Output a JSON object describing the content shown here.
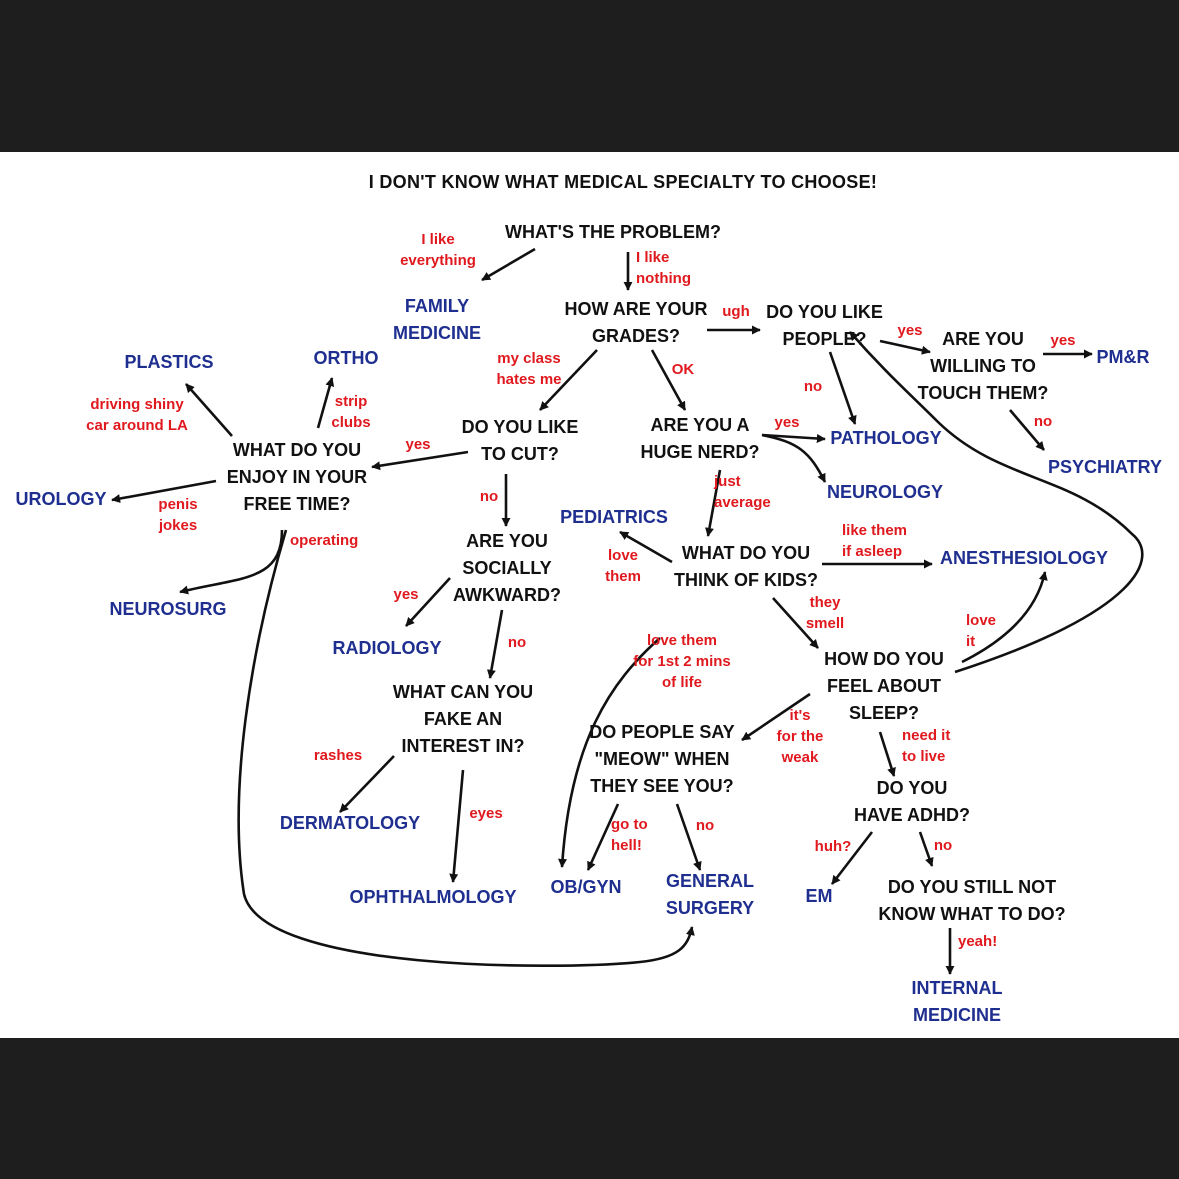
{
  "title": "I DON'T KNOW WHAT MEDICAL SPECIALTY TO CHOOSE!",
  "colors": {
    "question": "#111111",
    "specialty": "#1f2f8f",
    "answer": "#e0191e",
    "background": "#ffffff",
    "frame": "#1e1e1e"
  },
  "questions": {
    "problem": [
      "WHAT'S THE PROBLEM?"
    ],
    "grades": [
      "HOW ARE YOUR",
      "GRADES?"
    ],
    "people": [
      "DO YOU LIKE",
      "PEOPLE?"
    ],
    "touch": [
      "ARE YOU",
      "WILLING TO",
      "TOUCH THEM?"
    ],
    "cut": [
      "DO YOU LIKE",
      "TO CUT?"
    ],
    "nerd": [
      "ARE YOU A",
      "HUGE NERD?"
    ],
    "freetime": [
      "WHAT DO YOU",
      "ENJOY IN YOUR",
      "FREE TIME?"
    ],
    "awkward": [
      "ARE YOU",
      "SOCIALLY",
      "AWKWARD?"
    ],
    "kids": [
      "WHAT DO YOU",
      "THINK OF KIDS?"
    ],
    "sleep": [
      "HOW DO YOU",
      "FEEL ABOUT",
      "SLEEP?"
    ],
    "fake": [
      "WHAT CAN YOU",
      "FAKE AN",
      "INTEREST IN?"
    ],
    "meow": [
      "DO PEOPLE SAY",
      "\"MEOW\" WHEN",
      "THEY SEE YOU?"
    ],
    "adhd": [
      "DO YOU",
      "HAVE ADHD?"
    ],
    "still": [
      "DO YOU STILL NOT",
      "KNOW WHAT TO DO?"
    ]
  },
  "specialties": {
    "family": [
      "FAMILY",
      "MEDICINE"
    ],
    "pmr": [
      "PM&R"
    ],
    "plastics": [
      "PLASTICS"
    ],
    "ortho": [
      "ORTHO"
    ],
    "pathology": [
      "PATHOLOGY"
    ],
    "psychiatry": [
      "PSYCHIATRY"
    ],
    "neurology": [
      "NEUROLOGY"
    ],
    "urology": [
      "UROLOGY"
    ],
    "pediatrics": [
      "PEDIATRICS"
    ],
    "anesthesiology": [
      "ANESTHESIOLOGY"
    ],
    "neurosurg": [
      "NEUROSURG"
    ],
    "radiology": [
      "RADIOLOGY"
    ],
    "dermatology": [
      "DERMATOLOGY"
    ],
    "ophthalmology": [
      "OPHTHALMOLOGY"
    ],
    "obgyn": [
      "OB/GYN"
    ],
    "gensurg": [
      "GENERAL",
      "SURGERY"
    ],
    "em": [
      "EM"
    ],
    "im": [
      "INTERNAL",
      "MEDICINE"
    ]
  },
  "answers": {
    "like_everything": [
      "I like",
      "everything"
    ],
    "like_nothing": [
      "I like",
      "nothing"
    ],
    "ugh": [
      "ugh"
    ],
    "class_hates": [
      "my class",
      "hates me"
    ],
    "ok": [
      "OK"
    ],
    "yes_touch": [
      "yes"
    ],
    "yes_pmr": [
      "yes"
    ],
    "no_path": [
      "no"
    ],
    "no_psych": [
      "no"
    ],
    "yes_neuro": [
      "yes"
    ],
    "driving": [
      "driving shiny",
      "car around LA"
    ],
    "strip": [
      "strip",
      "clubs"
    ],
    "yes_cut": [
      "yes"
    ],
    "penis": [
      "penis",
      "jokes"
    ],
    "no_cut": [
      "no"
    ],
    "operating": [
      "operating"
    ],
    "just_average": [
      "just",
      "average"
    ],
    "love_them": [
      "love",
      "them"
    ],
    "like_asleep": [
      "like them",
      "if asleep"
    ],
    "yes_rad": [
      "yes"
    ],
    "no_awk": [
      "no"
    ],
    "smell": [
      "they",
      "smell"
    ],
    "love_it": [
      "love",
      "it"
    ],
    "first_mins": [
      "love them",
      "for 1st 2 mins",
      "of life"
    ],
    "weak": [
      "it's",
      "for the",
      "weak"
    ],
    "need": [
      "need it",
      "to live"
    ],
    "rashes": [
      "rashes"
    ],
    "eyes": [
      "eyes"
    ],
    "hell": [
      "go to",
      "hell!"
    ],
    "no_surg": [
      "no"
    ],
    "huh": [
      "huh?"
    ],
    "no_adhd": [
      "no"
    ],
    "yeah": [
      "yeah!"
    ]
  }
}
